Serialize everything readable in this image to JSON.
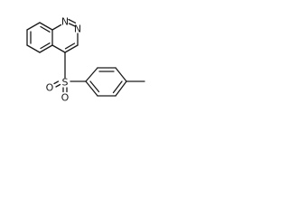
{
  "structure": {
    "atoms": {
      "n1": "N",
      "n2": "N",
      "s": "S",
      "o1": "O",
      "o2": "O"
    },
    "colors": {
      "bond": "#1a1a1a",
      "background": "#ffffff"
    }
  }
}
